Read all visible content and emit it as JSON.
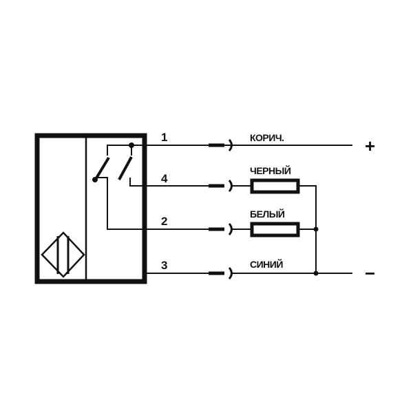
{
  "wires": [
    {
      "pin": "1",
      "color_label": "КОРИЧ.",
      "terminal": "+"
    },
    {
      "pin": "4",
      "color_label": "ЧЕРНЫЙ"
    },
    {
      "pin": "2",
      "color_label": "БЕЛЫЙ"
    },
    {
      "pin": "3",
      "color_label": "СИНИЙ",
      "terminal": "−"
    }
  ],
  "colors": {
    "ink": "#111111",
    "background": "#ffffff"
  }
}
